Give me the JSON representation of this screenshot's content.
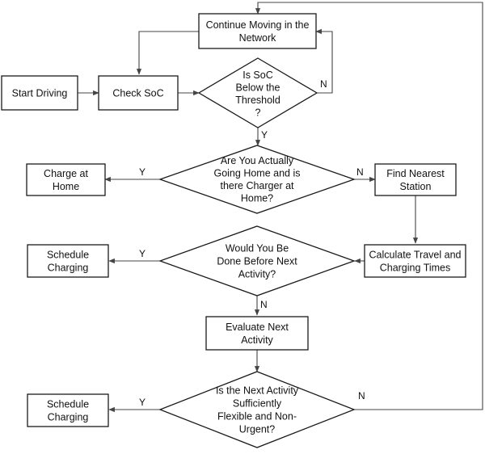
{
  "nodes": {
    "continue_moving": [
      "Continue Moving in the",
      "Network"
    ],
    "start_driving": [
      "Start Driving"
    ],
    "check_soc": [
      "Check SoC"
    ],
    "soc_below": [
      "Is SoC",
      "Below the",
      "Threshold",
      "?"
    ],
    "going_home": [
      "Are You Actually",
      "Going Home and is",
      "there Charger at",
      "Home?"
    ],
    "charge_home": [
      "Charge at",
      "Home"
    ],
    "find_station": [
      "Find Nearest",
      "Station"
    ],
    "calc_times": [
      "Calculate Travel and",
      "Charging Times"
    ],
    "done_before": [
      "Would You Be",
      "Done Before Next",
      "Activity?"
    ],
    "schedule_1": [
      "Schedule",
      "Charging"
    ],
    "evaluate_next": [
      "Evaluate Next",
      "Activity"
    ],
    "flexible": [
      "Is the Next Activity",
      "Sufficiently",
      "Flexible and Non-",
      "Urgent?"
    ],
    "schedule_2": [
      "Schedule",
      "Charging"
    ]
  },
  "edge_labels": {
    "soc_no": "N",
    "soc_yes": "Y",
    "home_yes": "Y",
    "home_no": "N",
    "done_yes": "Y",
    "done_no": "N",
    "flex_yes": "Y",
    "flex_no": "N"
  }
}
